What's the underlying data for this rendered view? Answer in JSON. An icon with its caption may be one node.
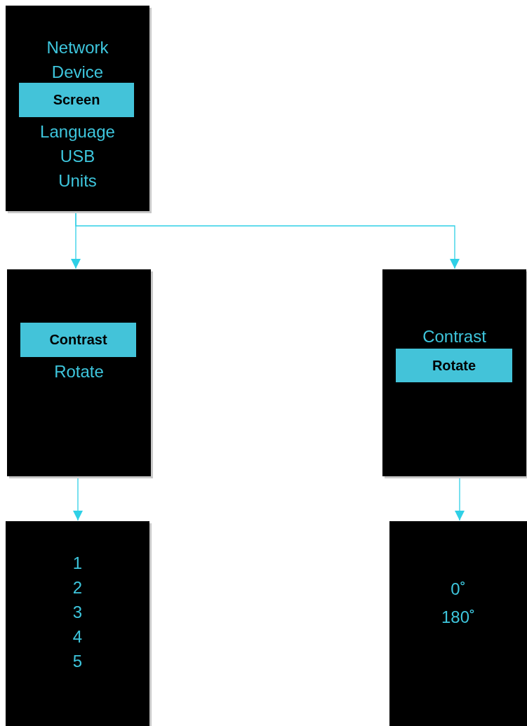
{
  "diagram": {
    "nodes": [
      {
        "text": [
          "Network",
          "Device",
          "Language",
          "USB",
          "Units"
        ]
      },
      {
        "text": [
          "Screen"
        ],
        "in": 0
      },
      {
        "text": [
          "Rotate"
        ]
      },
      {
        "text": [
          "Contrast"
        ],
        "in": 2
      },
      {
        "text": [
          "Contrast"
        ]
      },
      {
        "text": [
          "Rotate"
        ],
        "in": 4
      },
      {
        "text": [
          "1",
          "2",
          "3",
          "4",
          "5"
        ]
      },
      {
        "text": [
          "0˚",
          "180˚"
        ]
      }
    ],
    "edges": [
      {
        "from": 0,
        "to": 2,
        "arrow": "to"
      },
      {
        "from": 0,
        "to": 4,
        "arrow": "to"
      },
      {
        "from": 2,
        "to": 6,
        "arrow": "to"
      },
      {
        "from": 4,
        "to": 7,
        "arrow": "to"
      }
    ]
  }
}
